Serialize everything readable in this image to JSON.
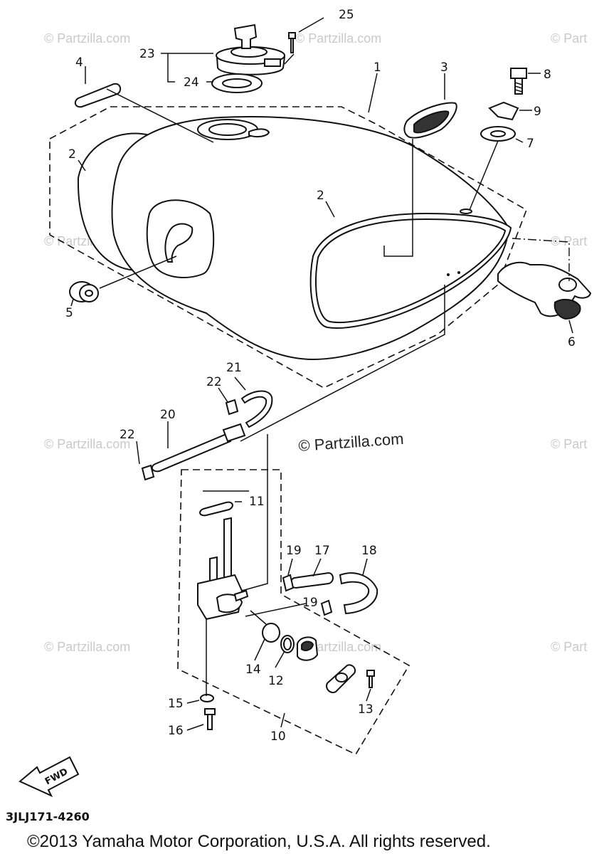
{
  "callouts": {
    "c1": "1",
    "c2a": "2",
    "c2b": "2",
    "c3": "3",
    "c4": "4",
    "c5": "5",
    "c6": "6",
    "c7": "7",
    "c8": "8",
    "c9": "9",
    "c10": "10",
    "c11": "11",
    "c12": "12",
    "c13": "13",
    "c14": "14",
    "c15": "15",
    "c16": "16",
    "c17": "17",
    "c18": "18",
    "c19a": "19",
    "c19b": "19",
    "c20": "20",
    "c21": "21",
    "c22a": "22",
    "c22b": "22",
    "c23": "23",
    "c24": "24",
    "c25": "25"
  },
  "watermark": "© Partzilla.com",
  "watermark_short": "© Part",
  "fwd_label": "FWD",
  "diagram_code": "3JLJ171-4260",
  "copyright": "©2013 Yamaha Motor Corporation, U.S.A. All rights reserved."
}
